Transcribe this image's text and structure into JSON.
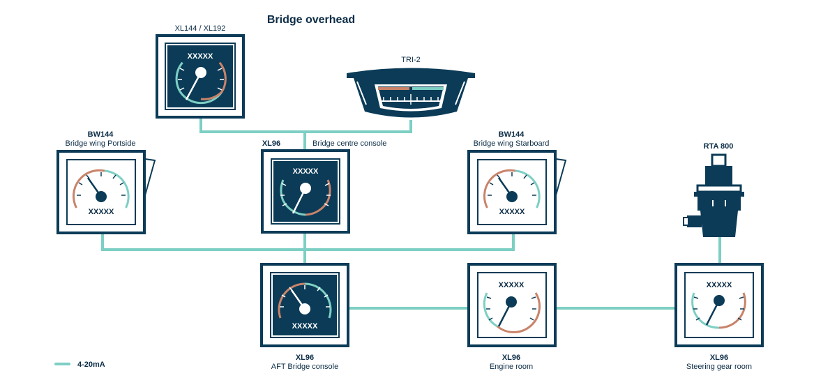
{
  "title": "Bridge overhead",
  "colors": {
    "navy": "#0b3b57",
    "teal": "#7dcfc4",
    "copper": "#c9836a",
    "white": "#ffffff"
  },
  "legend": {
    "label": "4-20mA",
    "icon": "teal-line-swatch"
  },
  "devices": {
    "overhead_xl144": {
      "caption": "XL144 / XL192",
      "face_text": "XXXXX"
    },
    "tri2": {
      "caption": "TRI-2"
    },
    "bw144_port": {
      "model": "BW144",
      "location": "Bridge wing Portside",
      "face_text": "XXXXX"
    },
    "xl96_centre": {
      "model": "XL96",
      "location": "Bridge centre console",
      "face_text": "XXXXX"
    },
    "bw144_star": {
      "model": "BW144",
      "location": "Bridge wing Starboard",
      "face_text": "XXXXX"
    },
    "rta800": {
      "model": "RTA 800"
    },
    "xl96_aft": {
      "model": "XL96",
      "location": "AFT Bridge console",
      "face_text": "XXXXX"
    },
    "xl96_engine": {
      "model": "XL96",
      "location": "Engine room",
      "face_text": "XXXXX"
    },
    "xl96_steering": {
      "model": "XL96",
      "location": "Steering gear room",
      "face_text": "XXXXX"
    }
  }
}
